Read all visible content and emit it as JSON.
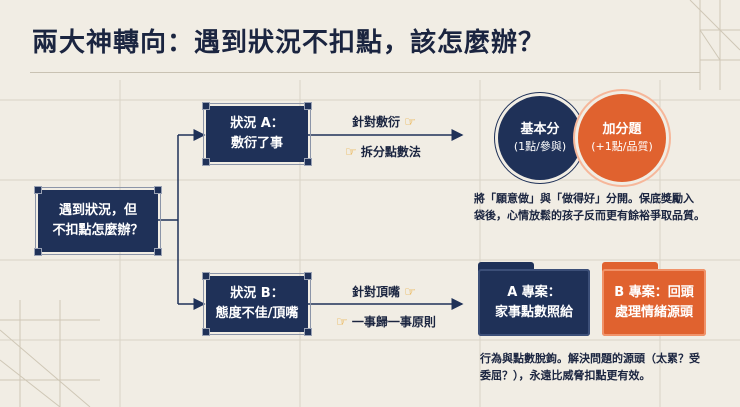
{
  "title": "兩大神轉向：遇到狀況不扣點，該怎麼辦？",
  "root_box": {
    "line1": "遇到狀況，但",
    "line2": "不扣點怎麼辦？"
  },
  "situation_a": {
    "line1": "狀況 A：",
    "line2": "敷衍了事"
  },
  "situation_b": {
    "line1": "狀況 B：",
    "line2": "態度不佳/頂嘴"
  },
  "arrow_a": {
    "top_label": "針對敷衍",
    "bottom_label": "拆分點數法"
  },
  "arrow_b": {
    "top_label": "針對頂嘴",
    "bottom_label": "一事歸一事原則"
  },
  "circle_basic": {
    "title": "基本分",
    "sub": "(1點/參與)",
    "color": "#1f3158"
  },
  "circle_bonus": {
    "title": "加分題",
    "sub": "(+1點/品質)",
    "color": "#e0622f"
  },
  "note_a": {
    "line1": "將「願意做」與「做得好」分開。保底獎勵入",
    "line2": "袋後，心情放鬆的孩子反而更有餘裕爭取品質。"
  },
  "folder_a": {
    "line1": "A 專案：",
    "line2": "家事點數照給",
    "color": "#1f3158"
  },
  "folder_b": {
    "line1": "B 專案：回頭",
    "line2": "處理情緒源頭",
    "color": "#e0622f"
  },
  "note_b": {
    "line1": "行為與點數脫鉤。解決問題的源頭（太累？受",
    "line2": "委屈？），永遠比威脅扣點更有效。"
  },
  "icons": {
    "hand": "pointing-hand-icon",
    "hand_glyph": "👉"
  },
  "colors": {
    "navy": "#1f3158",
    "orange": "#e0622f",
    "background": "#f1ede4"
  }
}
